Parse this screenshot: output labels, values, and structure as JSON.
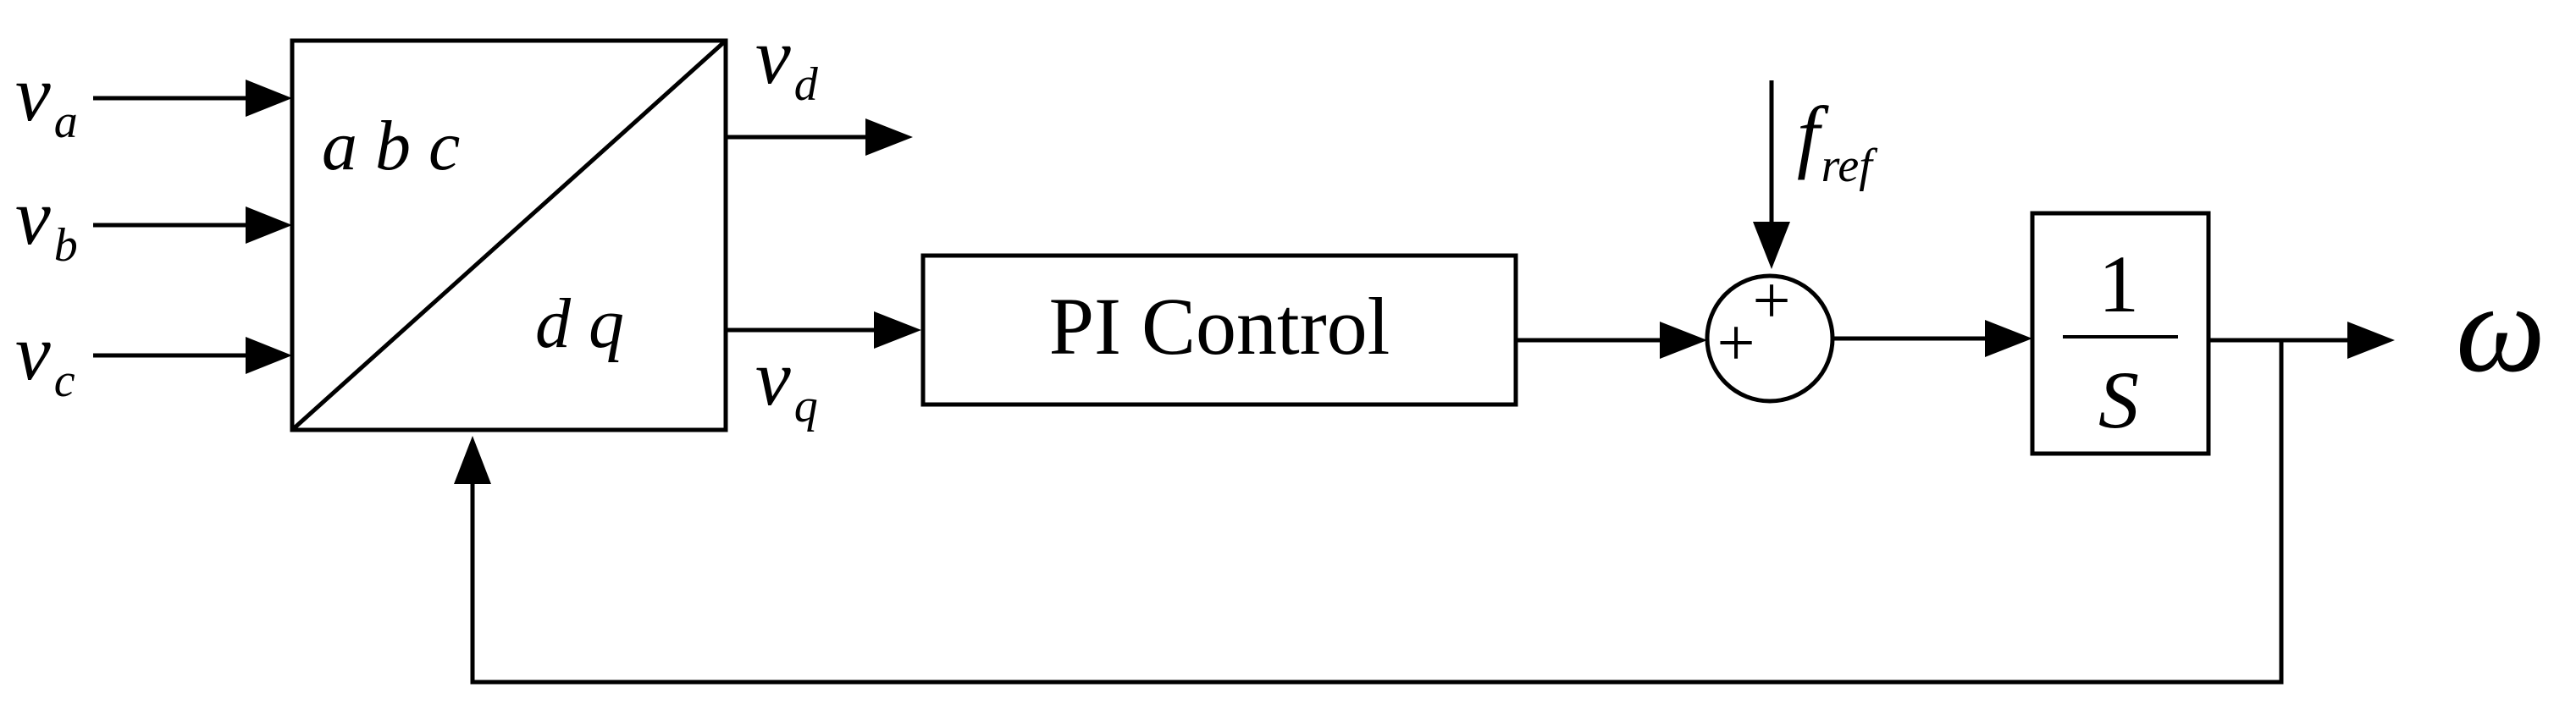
{
  "inputs": {
    "va": {
      "main": "v",
      "sub": "a"
    },
    "vb": {
      "main": "v",
      "sub": "b"
    },
    "vc": {
      "main": "v",
      "sub": "c"
    }
  },
  "transform_block": {
    "top_label": "a b c",
    "bottom_label": "d q"
  },
  "outputs": {
    "vd": {
      "main": "v",
      "sub": "d"
    },
    "vq": {
      "main": "v",
      "sub": "q"
    }
  },
  "pi_block": {
    "label": "PI Control"
  },
  "reference": {
    "main": "f",
    "sub": "ref"
  },
  "summing_junction": {
    "top_sign": "+",
    "left_sign": "+"
  },
  "integrator": {
    "numerator": "1",
    "denominator": "S"
  },
  "output": {
    "symbol": "ω"
  }
}
